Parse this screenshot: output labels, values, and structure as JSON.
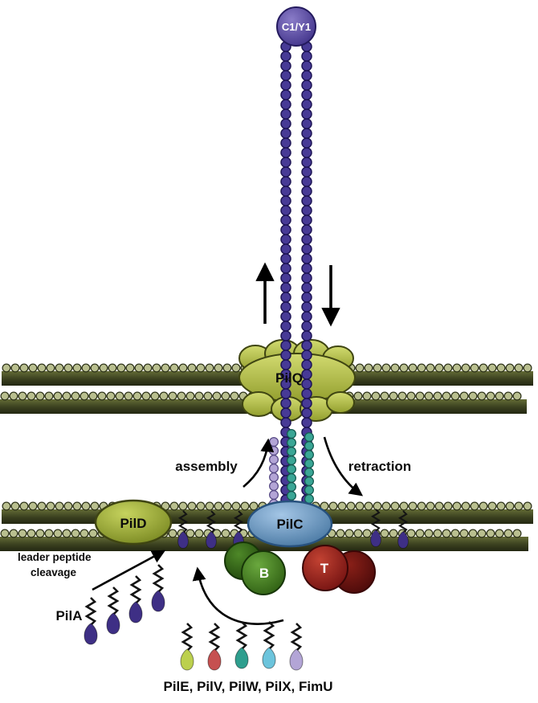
{
  "labels": {
    "cap": "C1/Y1",
    "pilq": "PilQ",
    "assembly": "assembly",
    "retraction": "retraction",
    "pild": "PilD",
    "pilc": "PilC",
    "pilb": "B",
    "pilt": "T",
    "leader_peptide_line1": "leader peptide",
    "leader_peptide_line2": "cleavage",
    "pila": "PilA",
    "minor_pilins": "PilE, PilV, PilW, PilX, FimU"
  },
  "colors": {
    "pilin_purple": "#3e2f85",
    "cap_purple": "#5c4e9e",
    "membrane_dark": "#3a401f",
    "membrane_head": "#b9bf8f",
    "pilq_olive": "#b8c24e",
    "pild_olive": "#9aab33",
    "pilc_blue": "#5f93c8",
    "pilb_green": "#3f7d1f",
    "pilt_red": "#8e1f1a",
    "chain_lavender": "#b3a5d6",
    "chain_teal": "#3aa695",
    "pile_yellowgreen": "#bcd04e",
    "pilv_red": "#c65050",
    "pilw_teal": "#2e9e8e",
    "pilx_cyan": "#6cc4dc",
    "fimu_lavender": "#b3a5d6"
  }
}
